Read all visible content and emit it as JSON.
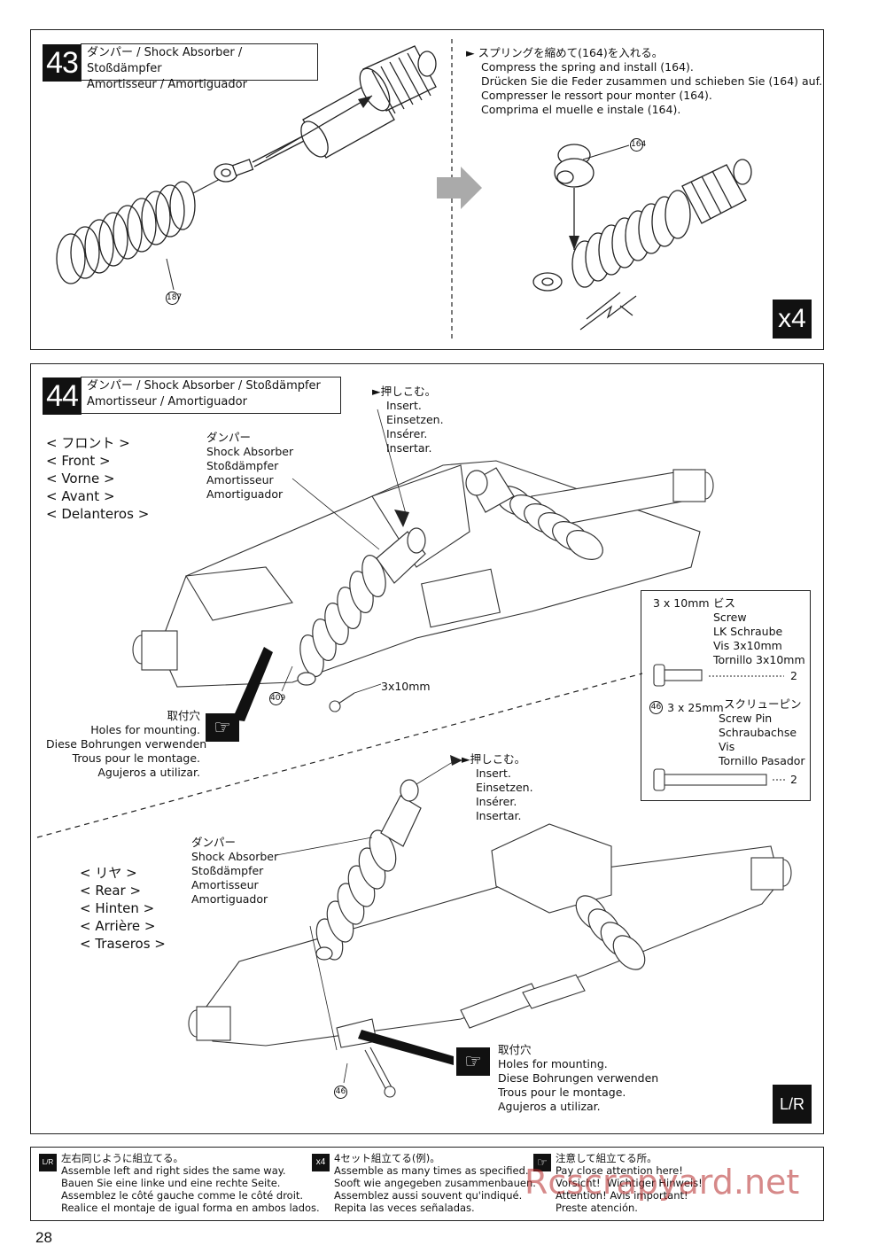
{
  "steps": [
    {
      "number": "43",
      "title_line1": "ダンパー  / Shock Absorber / Stoßdämpfer",
      "title_line2": "Amortisseur / Amortiguador",
      "part_187": "187",
      "part_164": "164",
      "instruction": [
        "スプリングを縮めて(164)を入れる。",
        "Compress the spring and install (164).",
        "Drücken Sie die Feder zusammen und schieben Sie (164) auf.",
        "Compresser le ressort pour monter (164).",
        "Comprima el muelle e instale (164)."
      ],
      "quantity_badge": "x4"
    },
    {
      "number": "44",
      "title_line1": "ダンパー / Shock Absorber / Stoßdämpfer",
      "title_line2": "Amortisseur / Amortiguador",
      "front_labels": [
        "< フロント >",
        "< Front >",
        "< Vorne >",
        "< Avant >",
        "< Delanteros >"
      ],
      "rear_labels": [
        "< リヤ >",
        "< Rear >",
        "< Hinten >",
        "< Arrière >",
        "< Traseros >"
      ],
      "shock_label": [
        "ダンパー",
        "Shock Absorber",
        "Stoßdämpfer",
        "Amortisseur",
        "Amortiguador"
      ],
      "insert_label": [
        "押しこむ。",
        "Insert.",
        "Einsetzen.",
        "Insérer.",
        "Insertar."
      ],
      "holes_label": [
        "取付穴",
        "Holes for mounting.",
        "Diese Bohrungen verwenden",
        "Trous pour le montage.",
        "Agujeros a utilizar."
      ],
      "screw_callout": "3x10mm",
      "part_409": "409",
      "part_46": "46",
      "parts_box": {
        "screw_size": "3 x 10mm",
        "screw_names": [
          "ビス",
          "Screw",
          "LK Schraube",
          "Vis 3x10mm",
          "Tornillo 3x10mm"
        ],
        "screw_qty": "2",
        "pin_number": "46",
        "pin_size": "3 x 25mm",
        "pin_names": [
          "スクリューピン",
          "Screw Pin",
          "Schraubachse",
          "Vis",
          "Tornillo Pasador"
        ],
        "pin_qty": "2"
      },
      "lr_badge": "L/R"
    }
  ],
  "legend": {
    "lr": {
      "icon": "L/R",
      "lines": [
        "左右同じように組立てる。",
        "Assemble left and right sides the same way.",
        "Bauen Sie eine linke und eine rechte Seite.",
        "Assemblez le côté gauche comme le côté droit.",
        "Realice el montaje de igual forma en ambos lados."
      ]
    },
    "x4": {
      "icon": "x4",
      "lines": [
        "4セット組立てる(例)。",
        "Assemble as many times as specified.",
        "Sooft wie angegeben zusammenbauen.",
        "Assemblez aussi souvent qu'indiqué.",
        "Repita las veces señaladas."
      ]
    },
    "caution": {
      "icon": "pointing-hand",
      "lines": [
        "注意して組立てる所。",
        "Pay close attention here!",
        "Vorsicht!  Wichtiger Hinweis!",
        "Attention! Avis important!",
        "Preste atención."
      ]
    }
  },
  "watermark": "Rcscrapyard.net",
  "page_number": "28"
}
